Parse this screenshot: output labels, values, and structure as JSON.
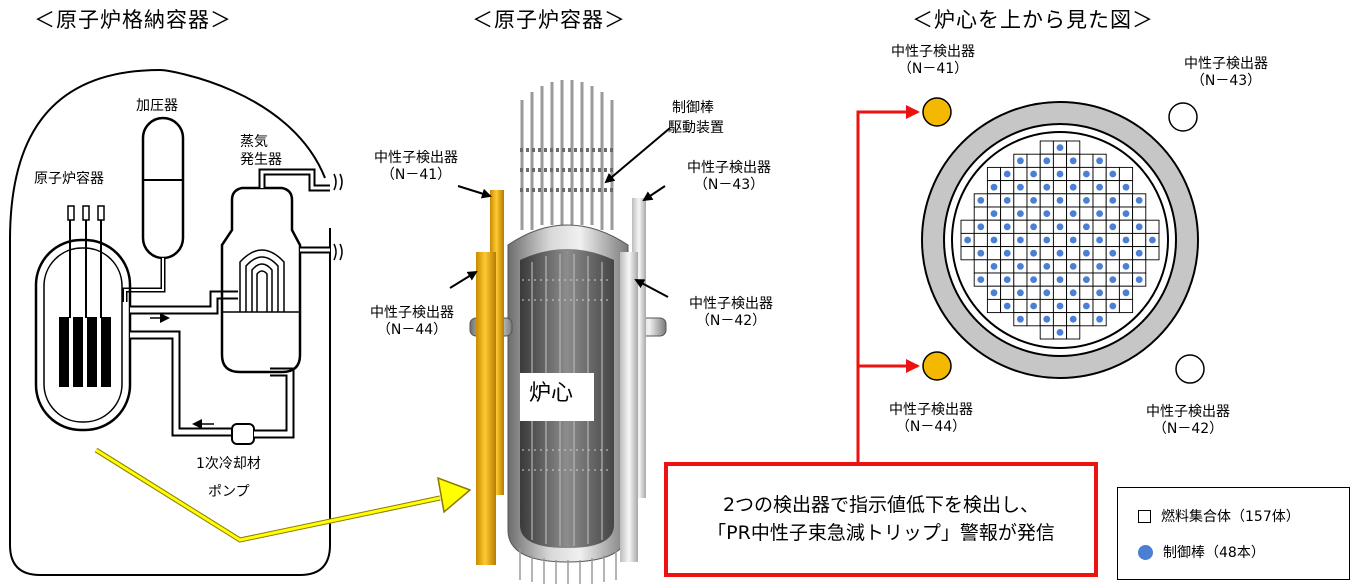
{
  "titles": {
    "containment": "＜原子炉格納容器＞",
    "vessel": "＜原子炉容器＞",
    "core_top": "＜炉心を上から見た図＞"
  },
  "containment": {
    "pressurizer": "加圧器",
    "steam_gen_1": "蒸気",
    "steam_gen_2": "発生器",
    "reactor_vessel": "原子炉容器",
    "coolant_pump_1": "1次冷却材",
    "coolant_pump_2": "ポンプ"
  },
  "vessel": {
    "crdm_1": "制御棒",
    "crdm_2": "駆動装置",
    "core": "炉心",
    "det41_name": "中性子検出器",
    "det41_id": "（N－41）",
    "det43_name": "中性子検出器",
    "det43_id": "（N－43）",
    "det44_name": "中性子検出器",
    "det44_id": "（N－44）",
    "det42_name": "中性子検出器",
    "det42_id": "（N－42）"
  },
  "core_view": {
    "det41_name": "中性子検出器",
    "det41_id": "（N－41）",
    "det43_name": "中性子検出器",
    "det43_id": "（N－43）",
    "det44_name": "中性子検出器",
    "det44_id": "（N－44）",
    "det42_name": "中性子検出器",
    "det42_id": "（N－42）"
  },
  "callout": {
    "line1": "2つの検出器で指示値低下を検出し、",
    "line2": "「PR中性子束急減トリップ」警報が発信"
  },
  "legend": {
    "fuel": "燃料集合体（157体）",
    "rods": "制御棒（48本）"
  },
  "colors": {
    "detector_active": "#f5b800",
    "detector_rod": "#e8a317",
    "control_rod": "#4a7fd4",
    "alarm": "#ee1111",
    "pointer": "#ffff00"
  }
}
